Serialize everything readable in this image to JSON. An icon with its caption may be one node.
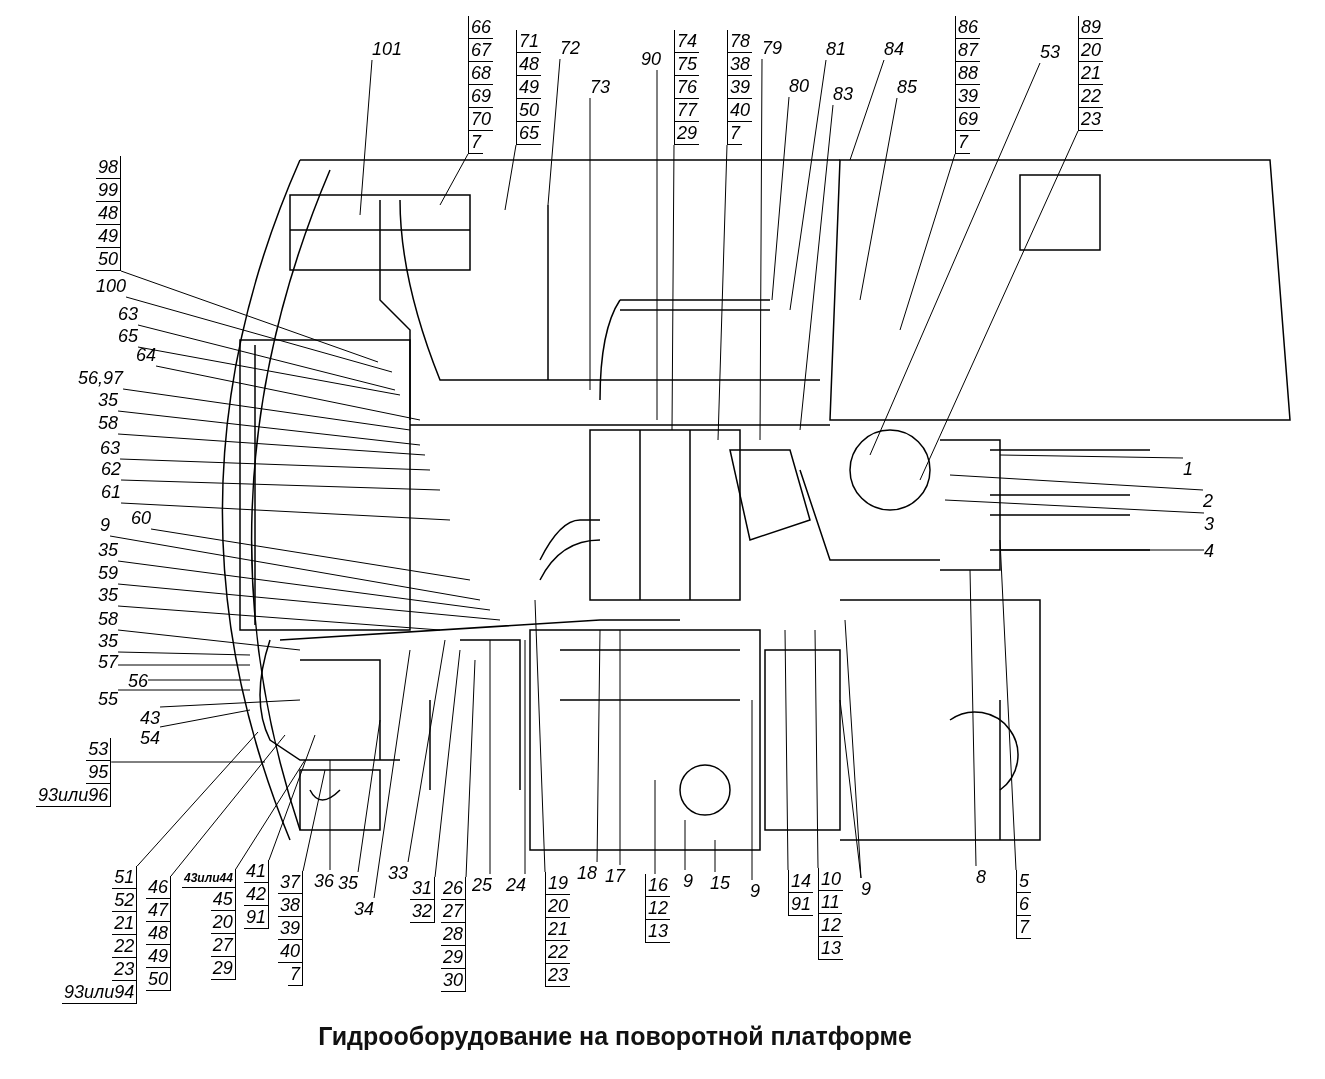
{
  "diagram": {
    "title": "Гидрооборудование на поворотной платформе",
    "nodes": [
      {
        "text": [
          "101"
        ]
      },
      {
        "text": [
          "66",
          "67",
          "68",
          "69",
          "70",
          "7"
        ]
      },
      {
        "text": [
          "71",
          "48",
          "49",
          "50",
          "65"
        ]
      },
      {
        "text": [
          "72"
        ]
      },
      {
        "text": [
          "73"
        ]
      },
      {
        "text": [
          "90"
        ]
      },
      {
        "text": [
          "74",
          "75",
          "76",
          "77",
          "29"
        ]
      },
      {
        "text": [
          "78",
          "38",
          "39",
          "40",
          "7"
        ]
      },
      {
        "text": [
          "79"
        ]
      },
      {
        "text": [
          "80"
        ]
      },
      {
        "text": [
          "81"
        ]
      },
      {
        "text": [
          "83"
        ]
      },
      {
        "text": [
          "84"
        ]
      },
      {
        "text": [
          "85"
        ]
      },
      {
        "text": [
          "86",
          "87",
          "88",
          "39",
          "69",
          "7"
        ]
      },
      {
        "text": [
          "53"
        ]
      },
      {
        "text": [
          "89",
          "20",
          "21",
          "22",
          "23"
        ]
      },
      {
        "text": [
          "98",
          "99",
          "48",
          "49",
          "50"
        ]
      },
      {
        "text": [
          "100"
        ]
      },
      {
        "text": [
          "63"
        ]
      },
      {
        "text": [
          "65"
        ]
      },
      {
        "text": [
          "64"
        ]
      },
      {
        "text": [
          "56,97"
        ]
      },
      {
        "text": [
          "35"
        ]
      },
      {
        "text": [
          "58"
        ]
      },
      {
        "text": [
          "63"
        ]
      },
      {
        "text": [
          "62"
        ]
      },
      {
        "text": [
          "61"
        ]
      },
      {
        "text": [
          "60"
        ]
      },
      {
        "text": [
          "9"
        ]
      },
      {
        "text": [
          "35"
        ]
      },
      {
        "text": [
          "59"
        ]
      },
      {
        "text": [
          "35"
        ]
      },
      {
        "text": [
          "58"
        ]
      },
      {
        "text": [
          "35"
        ]
      },
      {
        "text": [
          "57"
        ]
      },
      {
        "text": [
          "56"
        ]
      },
      {
        "text": [
          "55"
        ]
      },
      {
        "text": [
          "43"
        ]
      },
      {
        "text": [
          "54"
        ]
      },
      {
        "text": [
          "53",
          "95",
          "93или96"
        ]
      },
      {
        "text": [
          "51",
          "52",
          "21",
          "22",
          "23",
          "93или94"
        ]
      },
      {
        "text": [
          "46",
          "47",
          "48",
          "49",
          "50"
        ]
      },
      {
        "text": [
          "43или44",
          "45",
          "20",
          "27",
          "29"
        ]
      },
      {
        "text": [
          "41",
          "42",
          "91"
        ]
      },
      {
        "text": [
          "37",
          "38",
          "39",
          "40",
          "7"
        ]
      },
      {
        "text": [
          "36"
        ]
      },
      {
        "text": [
          "35"
        ]
      },
      {
        "text": [
          "34"
        ]
      },
      {
        "text": [
          "33"
        ]
      },
      {
        "text": [
          "31",
          "32"
        ]
      },
      {
        "text": [
          "26",
          "27",
          "28",
          "29",
          "30"
        ]
      },
      {
        "text": [
          "25"
        ]
      },
      {
        "text": [
          "24"
        ]
      },
      {
        "text": [
          "19",
          "20",
          "21",
          "22",
          "23"
        ]
      },
      {
        "text": [
          "18"
        ]
      },
      {
        "text": [
          "17"
        ]
      },
      {
        "text": [
          "16",
          "12",
          "13"
        ]
      },
      {
        "text": [
          "9"
        ]
      },
      {
        "text": [
          "15"
        ]
      },
      {
        "text": [
          "9"
        ]
      },
      {
        "text": [
          "14",
          "91"
        ]
      },
      {
        "text": [
          "10",
          "11",
          "12",
          "13"
        ]
      },
      {
        "text": [
          "9"
        ]
      },
      {
        "text": [
          "8"
        ]
      },
      {
        "text": [
          "5",
          "6",
          "7"
        ]
      },
      {
        "text": [
          "1"
        ]
      },
      {
        "text": [
          "2"
        ]
      },
      {
        "text": [
          "3"
        ]
      },
      {
        "text": [
          "4"
        ]
      }
    ],
    "edges": [
      {
        "from": 0,
        "to": null,
        "arrow": "none"
      },
      {
        "from": 1,
        "to": null,
        "arrow": "none"
      },
      {
        "from": 2,
        "to": null,
        "arrow": "none"
      },
      {
        "from": 3,
        "to": null,
        "arrow": "none"
      },
      {
        "from": 4,
        "to": null,
        "arrow": "none"
      },
      {
        "from": 5,
        "to": null,
        "arrow": "none"
      },
      {
        "from": 6,
        "to": null,
        "arrow": "none"
      },
      {
        "from": 7,
        "to": null,
        "arrow": "none"
      },
      {
        "from": 8,
        "to": null,
        "arrow": "none"
      },
      {
        "from": 9,
        "to": null,
        "arrow": "none"
      },
      {
        "from": 10,
        "to": null,
        "arrow": "none"
      },
      {
        "from": 11,
        "to": null,
        "arrow": "none"
      },
      {
        "from": 12,
        "to": null,
        "arrow": "none"
      },
      {
        "from": 13,
        "to": null,
        "arrow": "none"
      },
      {
        "from": 14,
        "to": null,
        "arrow": "none"
      },
      {
        "from": 15,
        "to": null,
        "arrow": "none"
      },
      {
        "from": 16,
        "to": null,
        "arrow": "none"
      },
      {
        "from": 17,
        "to": null,
        "arrow": "none"
      },
      {
        "from": 18,
        "to": null,
        "arrow": "none"
      },
      {
        "from": 19,
        "to": null,
        "arrow": "none"
      },
      {
        "from": 20,
        "to": null,
        "arrow": "none"
      },
      {
        "from": 21,
        "to": null,
        "arrow": "none"
      },
      {
        "from": 22,
        "to": null,
        "arrow": "none"
      },
      {
        "from": 23,
        "to": null,
        "arrow": "none"
      },
      {
        "from": 24,
        "to": null,
        "arrow": "none"
      },
      {
        "from": 25,
        "to": null,
        "arrow": "none"
      },
      {
        "from": 26,
        "to": null,
        "arrow": "none"
      },
      {
        "from": 27,
        "to": null,
        "arrow": "none"
      },
      {
        "from": 28,
        "to": null,
        "arrow": "none"
      },
      {
        "from": 29,
        "to": null,
        "arrow": "none"
      },
      {
        "from": 30,
        "to": null,
        "arrow": "none"
      },
      {
        "from": 31,
        "to": null,
        "arrow": "none"
      },
      {
        "from": 32,
        "to": null,
        "arrow": "none"
      },
      {
        "from": 33,
        "to": null,
        "arrow": "none"
      },
      {
        "from": 34,
        "to": null,
        "arrow": "none"
      },
      {
        "from": 35,
        "to": null,
        "arrow": "none"
      },
      {
        "from": 36,
        "to": null,
        "arrow": "none"
      },
      {
        "from": 37,
        "to": null,
        "arrow": "none"
      },
      {
        "from": 38,
        "to": null,
        "arrow": "none"
      },
      {
        "from": 39,
        "to": null,
        "arrow": "none"
      },
      {
        "from": 40,
        "to": null,
        "arrow": "none"
      },
      {
        "from": 41,
        "to": null,
        "arrow": "none"
      },
      {
        "from": 42,
        "to": null,
        "arrow": "none"
      },
      {
        "from": 43,
        "to": null,
        "arrow": "none"
      },
      {
        "from": 44,
        "to": null,
        "arrow": "none"
      },
      {
        "from": 45,
        "to": null,
        "arrow": "none"
      },
      {
        "from": 46,
        "to": null,
        "arrow": "none"
      },
      {
        "from": 47,
        "to": null,
        "arrow": "none"
      },
      {
        "from": 48,
        "to": null,
        "arrow": "none"
      },
      {
        "from": 49,
        "to": null,
        "arrow": "none"
      },
      {
        "from": 50,
        "to": null,
        "arrow": "none"
      },
      {
        "from": 51,
        "to": null,
        "arrow": "none"
      },
      {
        "from": 52,
        "to": null,
        "arrow": "none"
      },
      {
        "from": 53,
        "to": null,
        "arrow": "none"
      },
      {
        "from": 54,
        "to": null,
        "arrow": "none"
      },
      {
        "from": 55,
        "to": null,
        "arrow": "none"
      },
      {
        "from": 56,
        "to": null,
        "arrow": "none"
      },
      {
        "from": 57,
        "to": null,
        "arrow": "none"
      },
      {
        "from": 58,
        "to": null,
        "arrow": "none"
      },
      {
        "from": 59,
        "to": null,
        "arrow": "none"
      },
      {
        "from": 60,
        "to": null,
        "arrow": "none"
      },
      {
        "from": 61,
        "to": null,
        "arrow": "none"
      },
      {
        "from": 62,
        "to": null,
        "arrow": "none"
      },
      {
        "from": 63,
        "to": null,
        "arrow": "none"
      },
      {
        "from": 63,
        "to": null,
        "arrow": "none"
      },
      {
        "from": 64,
        "to": null,
        "arrow": "none"
      },
      {
        "from": 65,
        "to": null,
        "arrow": "none"
      },
      {
        "from": 66,
        "to": null,
        "arrow": "none"
      },
      {
        "from": 67,
        "to": null,
        "arrow": "none"
      },
      {
        "from": 68,
        "to": null,
        "arrow": "none"
      },
      {
        "from": 69,
        "to": null,
        "arrow": "none"
      }
    ]
  }
}
